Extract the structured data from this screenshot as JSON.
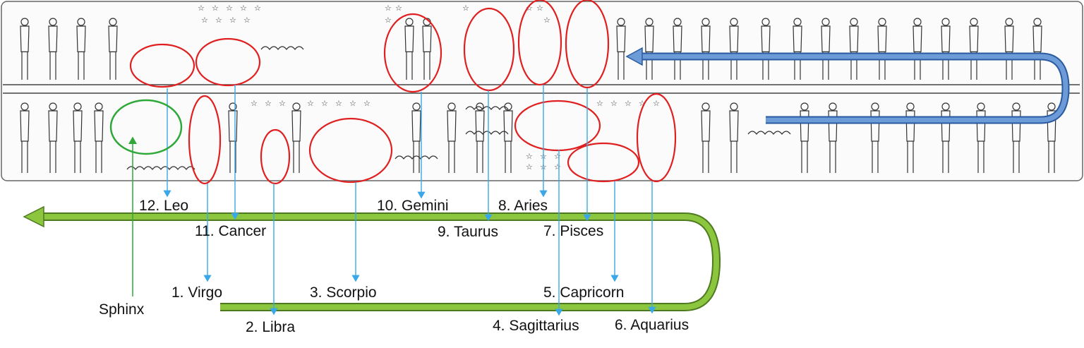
{
  "colors": {
    "constellation_circle": "#e02020",
    "sphinx_circle": "#2fa83a",
    "pointer_lines": "#3aa8e8",
    "upper_path_arrow": "#5b8fd0",
    "lower_path_arrow": "#8cc63f"
  },
  "labels": {
    "leo": "12. Leo",
    "cancer": "11. Cancer",
    "gemini": "10. Gemini",
    "taurus": "9. Taurus",
    "aries": "8. Aries",
    "pisces": "7. Pisces",
    "virgo": "1. Virgo",
    "libra": "2. Libra",
    "scorpio": "3. Scorpio",
    "sagittarius": "4. Sagittarius",
    "capricorn": "5. Capricorn",
    "aquarius": "6. Aquarius",
    "sphinx": "Sphinx"
  }
}
